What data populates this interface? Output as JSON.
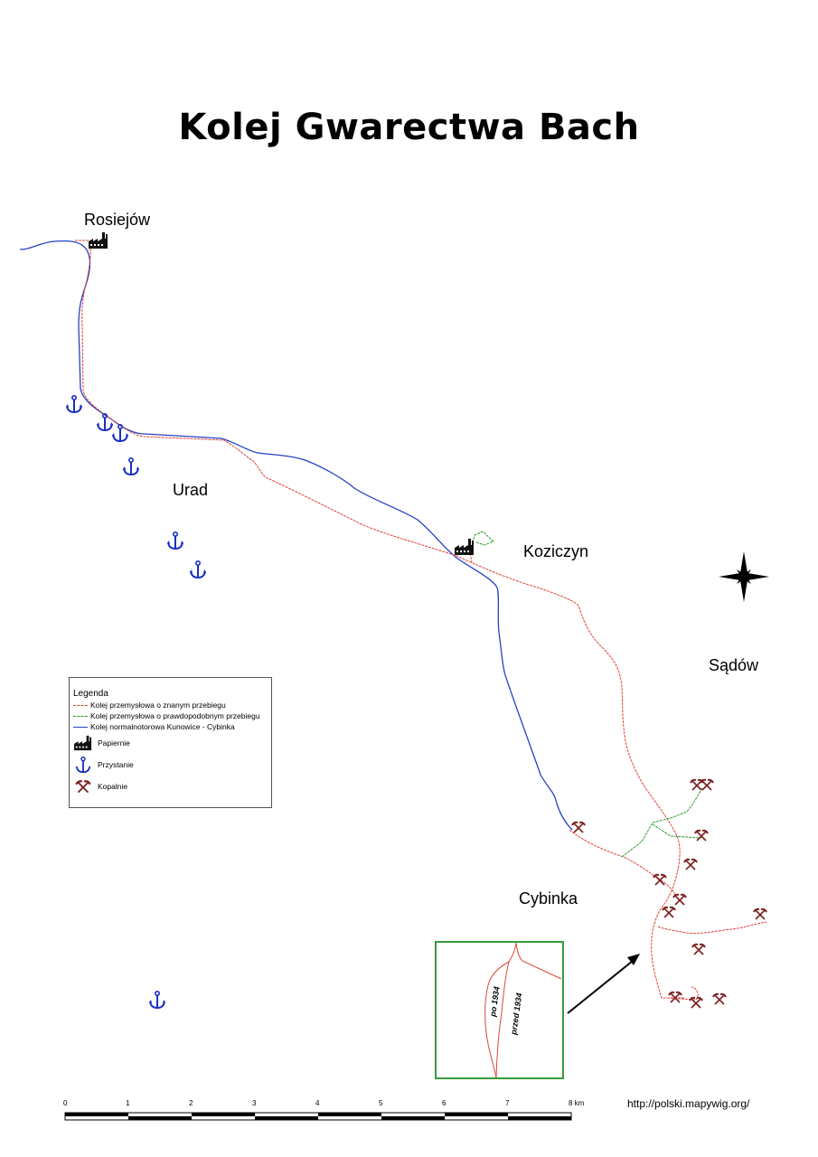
{
  "title": "Kolej Gwarectwa Bach",
  "places": {
    "rosiejow": "Rosiejów",
    "urad": "Urad",
    "koziczyn": "Koziczyn",
    "sadow": "Sądów",
    "cybinka": "Cybinka"
  },
  "legend": {
    "title": "Legenda",
    "known_route": "Kolej przemysłowa o znanym przebiegu",
    "probable_route": "Kolej przemysłowa o prawdopodobnym przebiegu",
    "standard_gauge": "Kolej normalnotorowa Kunowice - Cybinka",
    "paper_mills": "Papiernie",
    "landings": "Przystanie",
    "mines": "Kopalnie"
  },
  "inset": {
    "after_label": "po 1934",
    "before_label": "przed 1934"
  },
  "scale": {
    "ticks": [
      "0",
      "1",
      "2",
      "3",
      "4",
      "5",
      "6",
      "7",
      "8 km"
    ]
  },
  "source_url": "http://polski.mapywig.org/",
  "colors": {
    "known_route": "#e0453a",
    "probable_route": "#2f9a2f",
    "standard_gauge": "#2742c4",
    "anchor": "#1a2fc0",
    "mine": "#7a1f1f",
    "inset_frame": "#3a9a3a"
  },
  "icons": [
    "paper-mill-icon",
    "anchor-icon",
    "mine-icon",
    "compass-rose-icon",
    "arrow-icon"
  ]
}
